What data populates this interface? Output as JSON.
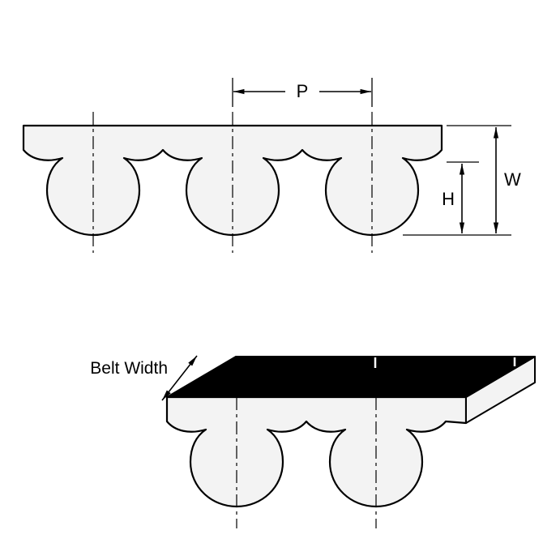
{
  "figure": {
    "type": "timing-belt-dimension-diagram",
    "background": "#ffffff",
    "line_color": "#000000",
    "belt_fill": "#f3f3f3",
    "top_surface_color": "#000000",
    "labels": {
      "pitch": "P",
      "overall_thickness": "W",
      "tooth_height": "H",
      "belt_width": "Belt Width"
    }
  }
}
